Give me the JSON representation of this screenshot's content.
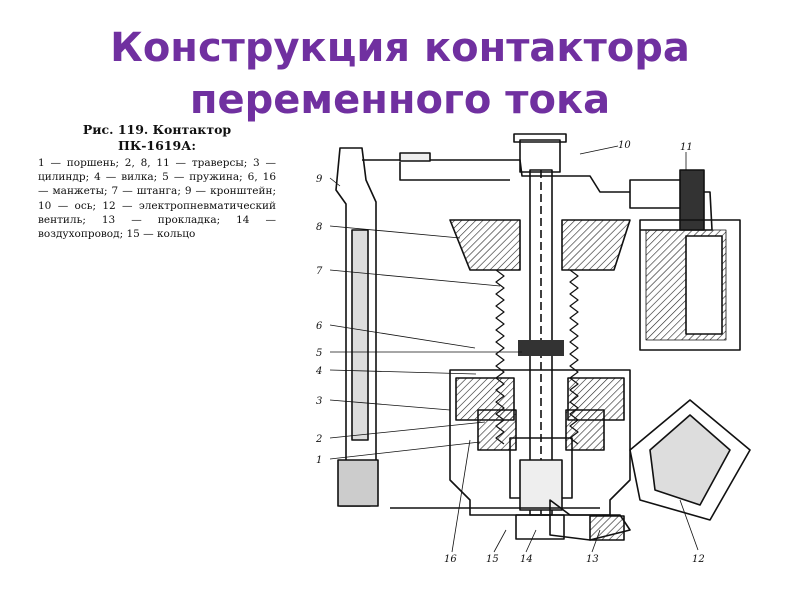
{
  "title": {
    "line1": "Конструкция контактора",
    "line2": "переменного тока"
  },
  "caption": {
    "heading_line1": "Рис. 119. Контактор",
    "heading_line2": "ПК-1619А:",
    "legend": "1 — поршень; 2, 8, 11 — траверсы; 3 — цилиндр; 4 — вилка; 5 — пружина; 6, 16 — манжеты; 7 — штанга; 9 — кронштейн; 10 — ось; 12 — электропневматический вентиль; 13 — прокладка; 14 — воздухопровод; 15 — кольцо"
  },
  "callouts": [
    "1",
    "2",
    "3",
    "4",
    "5",
    "6",
    "7",
    "8",
    "9",
    "10",
    "11",
    "12",
    "13",
    "14",
    "15",
    "16"
  ]
}
